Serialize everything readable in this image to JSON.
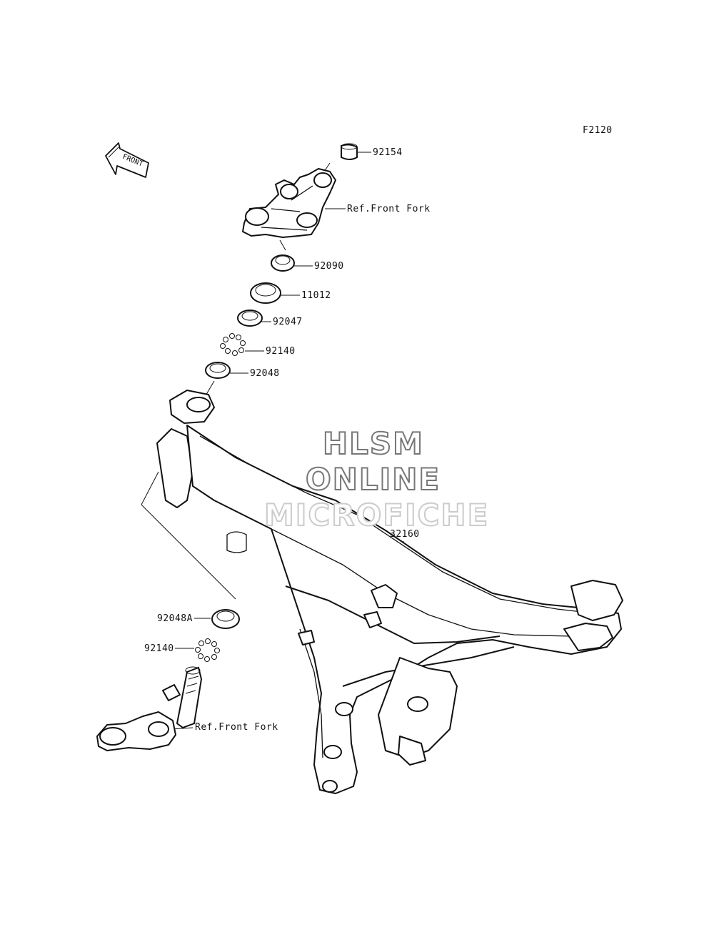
{
  "figure_code": "F2120",
  "front_arrow": {
    "label": "FRONT",
    "icon": "front-direction-arrow-icon"
  },
  "watermark": {
    "line1": "HLSM",
    "line2": "ONLINE",
    "line3": "MICROFICHE"
  },
  "callouts": [
    {
      "id": "92154",
      "text": "92154"
    },
    {
      "id": "ref-front-fork-upper",
      "text": "Ref.Front Fork"
    },
    {
      "id": "92090",
      "text": "92090"
    },
    {
      "id": "11012",
      "text": "11012"
    },
    {
      "id": "92047",
      "text": "92047"
    },
    {
      "id": "92140-upper",
      "text": "92140"
    },
    {
      "id": "92048",
      "text": "92048"
    },
    {
      "id": "32160",
      "text": "32160"
    },
    {
      "id": "92048A",
      "text": "92048A"
    },
    {
      "id": "92140-lower",
      "text": "92140"
    },
    {
      "id": "ref-front-fork-lower",
      "text": "Ref.Front Fork"
    }
  ]
}
